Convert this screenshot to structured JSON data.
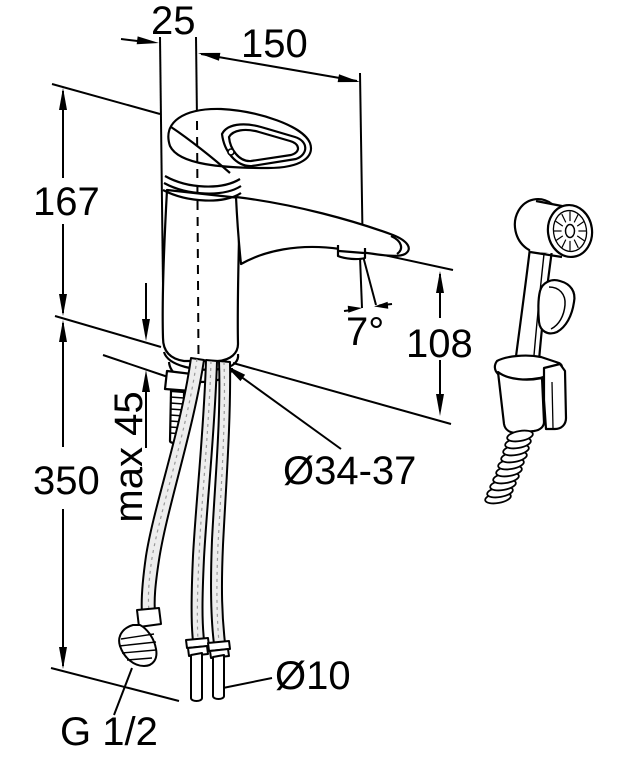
{
  "diagram": {
    "type": "technical-dimension-drawing",
    "subject": "basin mixer faucet with hand shower",
    "colors": {
      "line": "#000000",
      "background": "#ffffff",
      "hose_fill": "#ededed"
    },
    "labels": {
      "handle_offset": "25",
      "spout_reach": "150",
      "total_height": "167",
      "outlet_height": "108",
      "spout_angle": "7°",
      "connection_length": "350",
      "max_counter_thickness": "max 45",
      "mounting_hole_diameter": "Ø34-37",
      "pipe_diameter": "Ø10",
      "thread_size": "G 1/2"
    }
  }
}
